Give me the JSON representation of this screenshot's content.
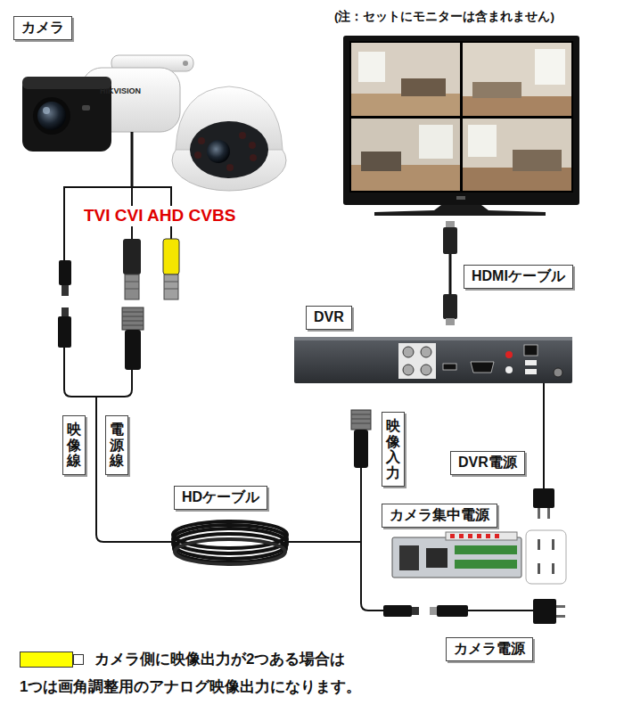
{
  "diagram": {
    "nodes": [
      {
        "text": [
          "カメラ"
        ]
      },
      {
        "text": [
          "HDMIケーブル"
        ]
      },
      {
        "text": [
          "DVR"
        ]
      },
      {
        "text": [
          "映像線"
        ]
      },
      {
        "text": [
          "電源線"
        ]
      },
      {
        "text": [
          "映像入力"
        ]
      },
      {
        "text": [
          "DVR電源"
        ]
      },
      {
        "text": [
          "HDケーブル"
        ]
      },
      {
        "text": [
          "カメラ集中電源"
        ]
      },
      {
        "text": [
          "カメラ電源"
        ]
      }
    ],
    "labels": [
      "(注：セットにモニターは含まれません)",
      "HIKVISION",
      "TVI CVI AHD CVBS"
    ],
    "legend": [
      {
        "text": "カメラ側に映像出力が2つある場合は 1つは画角調整用のアナログ映像出力になります。",
        "color": "#ffff00"
      }
    ]
  }
}
